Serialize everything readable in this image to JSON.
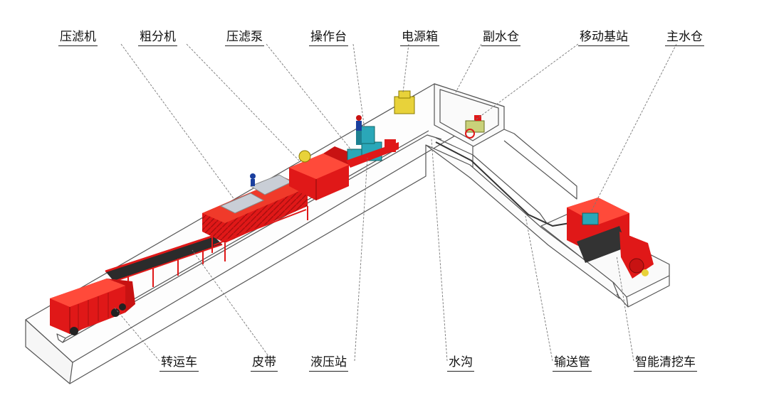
{
  "labels": {
    "filter_press": "压滤机",
    "coarse_separator": "粗分机",
    "filter_pump": "压滤泵",
    "console": "操作台",
    "power_box": "电源箱",
    "sub_sump": "副水仓",
    "mobile_base_station": "移动基站",
    "main_sump": "主水仓",
    "transfer_truck": "转运车",
    "belt": "皮带",
    "hydraulic_station": "液压站",
    "ditch": "水沟",
    "delivery_pipe": "输送管",
    "smart_cleaning_vehicle": "智能清挖车"
  },
  "colors": {
    "equipment_red": "#e01818",
    "dark_red": "#a80f0f",
    "outline_gray": "#555555",
    "leader_gray": "#777777",
    "power_box_yellow": "#e8d23a",
    "motor_teal": "#2aa7b8",
    "slate_gray": "#c9ced6"
  }
}
